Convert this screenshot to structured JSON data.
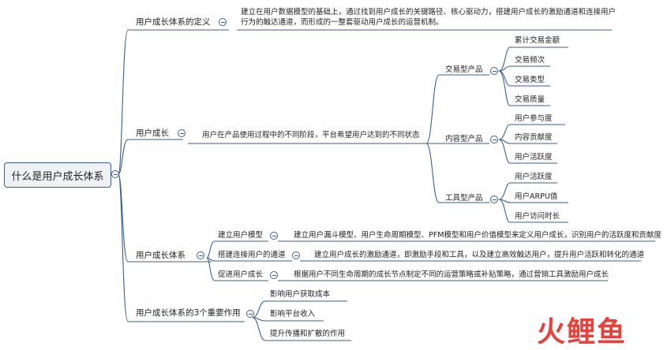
{
  "root": {
    "label": "什么是用户成长体系"
  },
  "definition": {
    "label": "用户成长体系的定义",
    "text_line1": "建立在用户数据模型的基础上，通过找到用户成长的关键路径、核心驱动力，搭建用户成长的激励通道和连接用户",
    "text_line2": "行为的触达通道，而形成的一整套驱动用户成长的运营机制。"
  },
  "growth": {
    "label": "用户成长",
    "desc": "用户在产品使用过程中的不同阶段，平台希望用户达到的不同状态",
    "types": [
      {
        "label": "交易型产品",
        "items": [
          "累计交易金额",
          "交易频次",
          "交易类型",
          "交易质量"
        ]
      },
      {
        "label": "内容型产品",
        "items": [
          "用户参与度",
          "内容贡献度",
          "用户活跃度"
        ]
      },
      {
        "label": "工具型产品",
        "items": [
          "用户活跃度",
          "用户ARPU值",
          "用户访问时长"
        ]
      }
    ]
  },
  "system": {
    "label": "用户成长体系",
    "rows": [
      {
        "label": "建立用户模型",
        "desc": "建立用户漏斗模型、用户生命周期模型、PFM模型和用户价值模型来定义用户成长，识别用户的活跃度和贡献度"
      },
      {
        "label": "搭建连接用户的通道",
        "desc": "建立用户成长的激励通道，即激励手段和工具，以及建立高效触达用户，提升用户活跃和转化的通道"
      },
      {
        "label": "促进用户成长",
        "desc": "根据用户不同生命周期的成长节点制定不同的运营策略或补贴策略，通过营销工具激励用户成长"
      }
    ]
  },
  "importance": {
    "label": "用户成长体系的3个重要作用",
    "items": [
      "影响用户获取成本",
      "影响平台收入",
      "提升传播和扩散的作用"
    ]
  },
  "watermark": "火鲤鱼"
}
